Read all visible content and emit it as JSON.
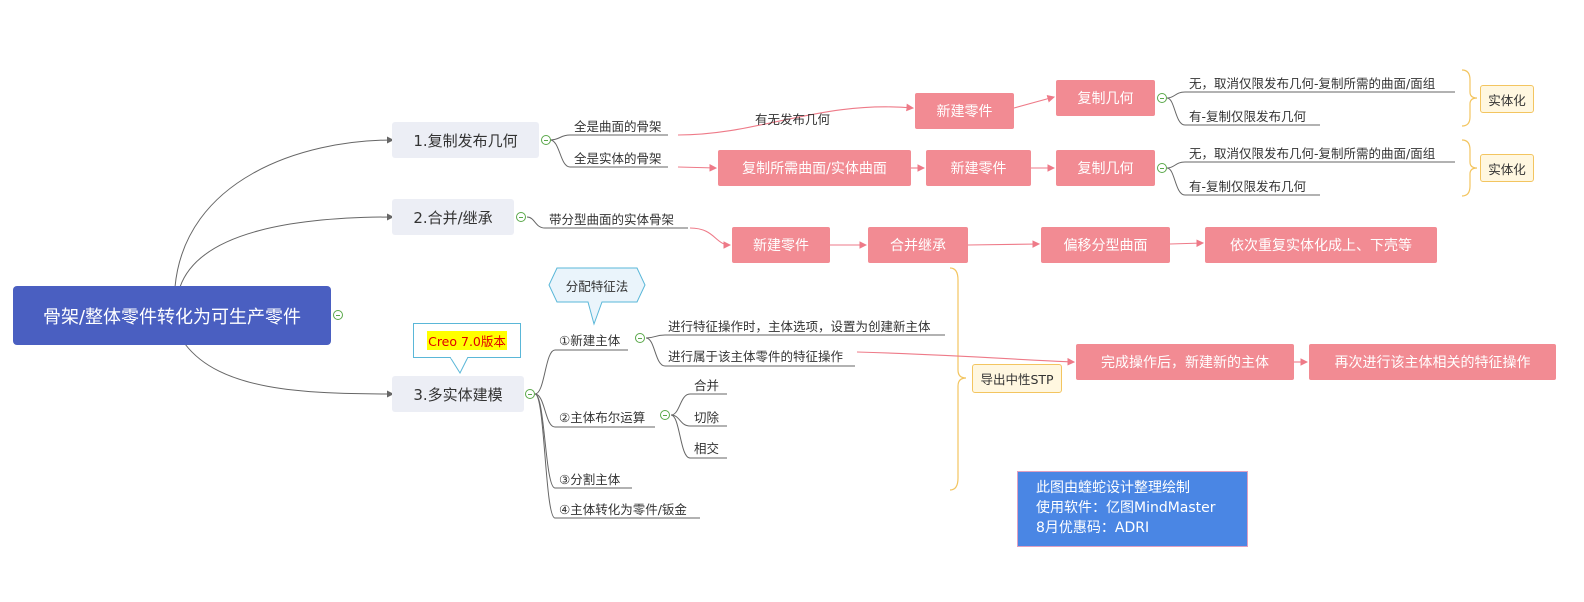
{
  "colors": {
    "root": "#4a5fc1",
    "pink_node": "#f28b93",
    "level1": "#eceef5",
    "tag_border": "#f3c560",
    "info_bg": "#4a86e4"
  },
  "root": "骨架/整体零件转化为可生产零件",
  "branch1": {
    "title": "1.复制发布几何",
    "child_surface": "全是曲面的骨架",
    "check_label": "有无发布几何",
    "surface_new_part": "新建零件",
    "surface_copy_geom": "复制几何",
    "option_none": "无，取消仅限发布几何-复制所需的曲面/面组",
    "option_yes": "有-复制仅限发布几何",
    "solidify": "实体化",
    "child_solid": "全是实体的骨架",
    "solid_copy_surfaces": "复制所需曲面/实体曲面",
    "solid_new_part": "新建零件",
    "solid_copy_geom": "复制几何",
    "option_none_2": "无，取消仅限发布几何-复制所需的曲面/面组",
    "option_yes_2": "有-复制仅限发布几何",
    "solidify_2": "实体化"
  },
  "branch2": {
    "title": "2.合并/继承",
    "child": "带分型曲面的实体骨架",
    "steps": [
      "新建零件",
      "合并继承",
      "偏移分型曲面",
      "依次重复实体化成上、下壳等"
    ]
  },
  "branch3": {
    "title": "3.多实体建模",
    "callout_version": "Creo 7.0版本",
    "callout_assign": "分配特征法",
    "item1": "①新建主体",
    "item1_a": "进行特征操作时，主体选项，设置为创建新主体",
    "item1_b": "进行属于该主体零件的特征操作",
    "item2": "②主体布尔运算",
    "bool_ops": [
      "合并",
      "切除",
      "相交"
    ],
    "item3": "③分割主体",
    "item4": "④主体转化为零件/钣金",
    "export_tag": "导出中性STP",
    "after_done": "完成操作后，新建新的主体",
    "repeat_ops": "再次进行该主体相关的特征操作"
  },
  "info_box": [
    "此图由蝰蛇设计整理绘制",
    "使用软件：亿图MindMaster",
    "8月优惠码：ADRI"
  ]
}
